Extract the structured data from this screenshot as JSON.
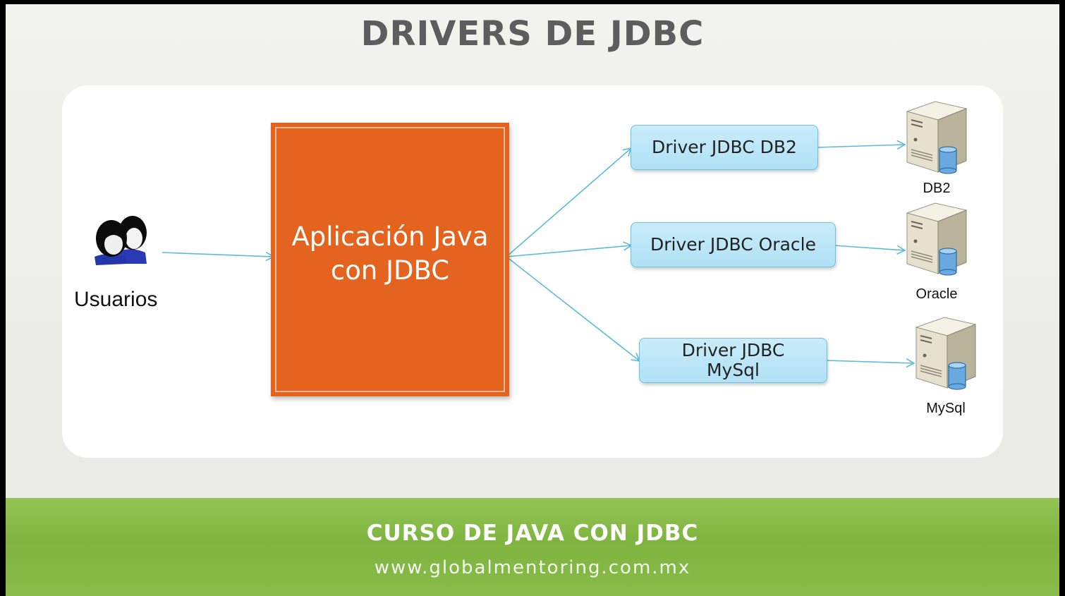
{
  "slide": {
    "title": "DRIVERS DE JDBC",
    "footer_title": "CURSO DE JAVA CON JDBC",
    "footer_url": "www.globalmentoring.com.mx"
  },
  "diagram": {
    "users_label": "Usuarios",
    "app_label_line1": "Aplicación Java",
    "app_label_line2": "con JDBC",
    "drivers": [
      {
        "label_line1": "Driver JDBC DB2",
        "label_line2": ""
      },
      {
        "label_line1": "Driver JDBC Oracle",
        "label_line2": ""
      },
      {
        "label_line1": "Driver JDBC",
        "label_line2": "MySql"
      }
    ],
    "databases": [
      "DB2",
      "Oracle",
      "MySql"
    ]
  },
  "colors": {
    "app_box": "#e4631f",
    "driver_box": "#b0e1f5",
    "arrow": "#5bbcd8",
    "footer_green": "#7fb43f",
    "title_gray": "#5d5d5d"
  },
  "icons": {
    "users": "users-icon",
    "database_server": "database-server-icon"
  }
}
